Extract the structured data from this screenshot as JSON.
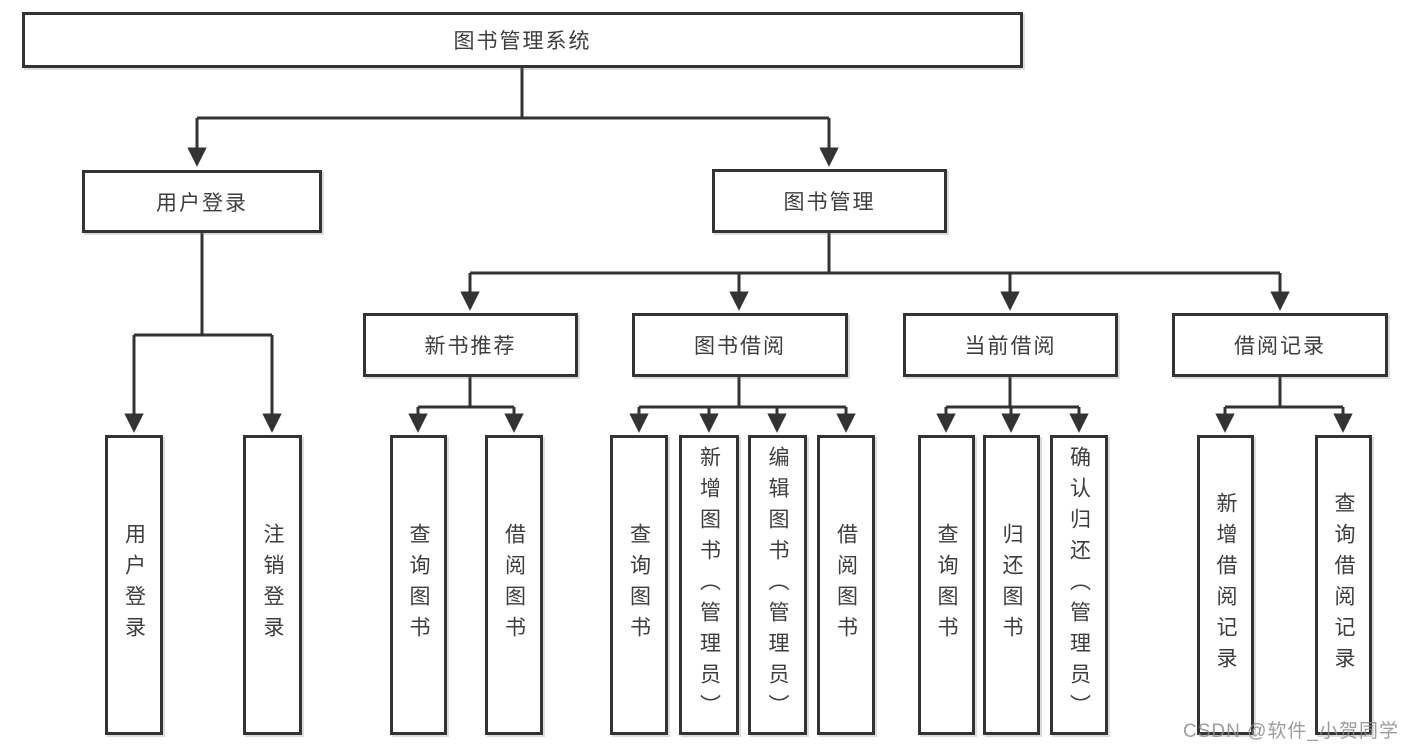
{
  "title": "图书管理系统",
  "branches": [
    {
      "label": "用户登录",
      "leaves": [
        "用户登录",
        "注销登录"
      ]
    },
    {
      "label": "图书管理",
      "sections": [
        {
          "label": "新书推荐",
          "leaves": [
            "查询图书",
            "借阅图书"
          ]
        },
        {
          "label": "图书借阅",
          "leaves": [
            "查询图书",
            "新增图书（管理员）",
            "编辑图书（管理员）",
            "借阅图书"
          ]
        },
        {
          "label": "当前借阅",
          "leaves": [
            "查询图书",
            "归还图书",
            "确认归还（管理员）"
          ]
        },
        {
          "label": "借阅记录",
          "leaves": [
            "新增借阅记录",
            "查询借阅记录"
          ]
        }
      ]
    }
  ],
  "watermark": "CSDN @软件_小贺同学",
  "colors": {
    "line": "#333333",
    "text": "#3d3d3d",
    "box_background": "#ffffff",
    "watermark": "#8c8c8c"
  }
}
